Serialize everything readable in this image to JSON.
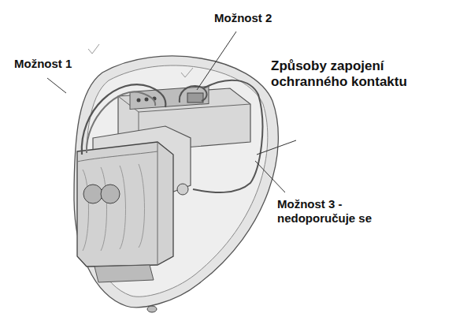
{
  "diagram": {
    "labels": [
      "Možnost 2",
      "Možnost 1",
      "Způsoby zapojení ochranného kontaktu",
      "Možnost 3 - nedoporučuje se"
    ]
  }
}
